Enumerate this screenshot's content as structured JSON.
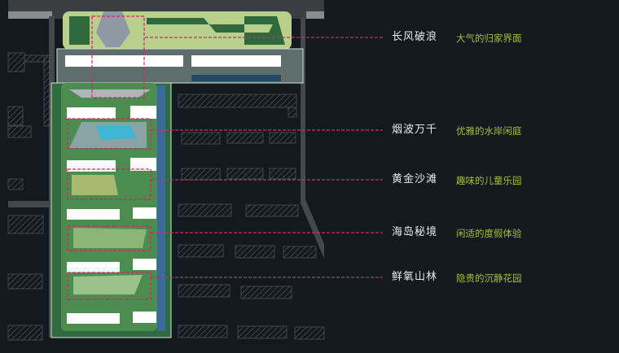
{
  "colors": {
    "background": "#131a1f",
    "accent_line": "#d6246e",
    "subtitle": "#a3bf3a",
    "title": "#e8e8e8"
  },
  "zones": [
    {
      "title": "长风破浪",
      "subtitle": "大气的归家界面"
    },
    {
      "title": "烟波万千",
      "subtitle": "优雅的水岸闲庭"
    },
    {
      "title": "黄金沙滩",
      "subtitle": "趣味的儿童乐园"
    },
    {
      "title": "海岛秘境",
      "subtitle": "闲适的度假体验"
    },
    {
      "title": "鲜氧山林",
      "subtitle": "隐贵的沉静花园"
    }
  ]
}
